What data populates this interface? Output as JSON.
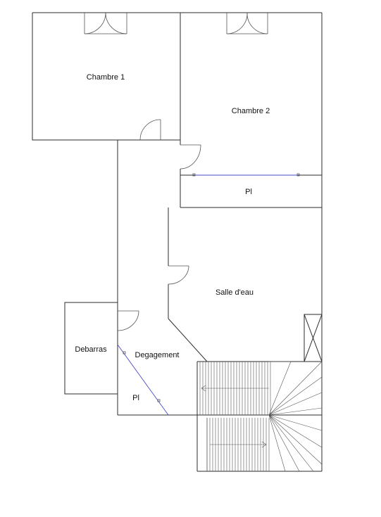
{
  "rooms": {
    "chambre1": "Chambre 1",
    "chambre2": "Chambre 2",
    "pl_top": "Pl",
    "salle_deau": "Salle d'eau",
    "debarras": "Debarras",
    "degagement": "Degagement",
    "pl_bottom": "Pl"
  },
  "colors": {
    "wall": "#2b2b2b",
    "placard_line": "#4a4ac8"
  }
}
